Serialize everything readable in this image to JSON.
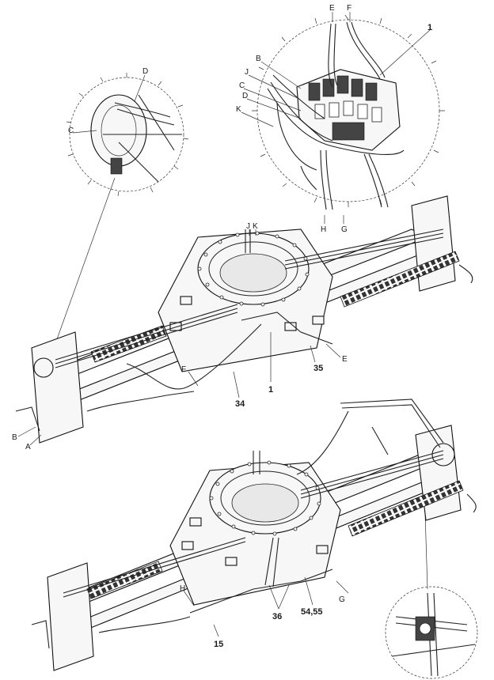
{
  "labels": {
    "top_detail": {
      "E": "E",
      "F": "F",
      "one": "1",
      "B": "B",
      "J": "J",
      "C": "C",
      "D": "D",
      "K": "K",
      "H": "H",
      "G": "G"
    },
    "left_detail": {
      "D": "D",
      "C": "C"
    },
    "upper_assembly": {
      "J": "J",
      "K": "K",
      "F": "F",
      "one": "1",
      "E": "E",
      "n35": "35",
      "n34": "34",
      "B": "B",
      "A": "A"
    },
    "lower_assembly": {
      "H": "H",
      "G": "G",
      "n36": "36",
      "n15": "15",
      "n5455": "54,55"
    }
  }
}
